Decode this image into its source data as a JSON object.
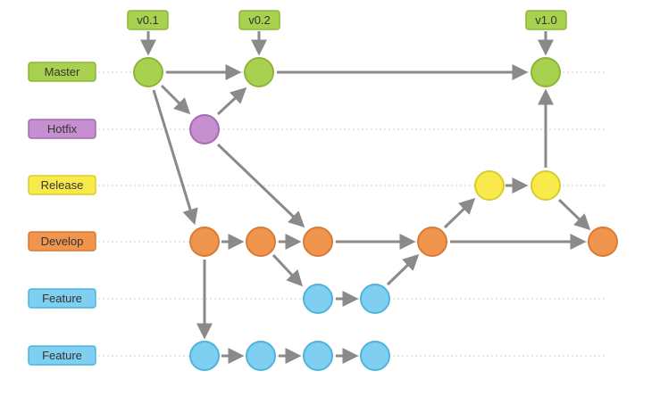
{
  "colors": {
    "master": "#a8d14f",
    "master_stroke": "#8db53a",
    "hotfix": "#c58fd0",
    "hotfix_stroke": "#a56bb3",
    "release": "#f7ea4a",
    "release_stroke": "#d9cc2f",
    "develop": "#f0954e",
    "develop_stroke": "#d97a34",
    "feature": "#7fcff0",
    "feature_stroke": "#4fb3dd",
    "arrow": "#8a8a8a",
    "lane_line": "#cfcfcf"
  },
  "lanes": [
    {
      "key": "master",
      "label": "Master"
    },
    {
      "key": "hotfix",
      "label": "Hotfix"
    },
    {
      "key": "release",
      "label": "Release"
    },
    {
      "key": "develop",
      "label": "Develop"
    },
    {
      "key": "feature1",
      "label": "Feature"
    },
    {
      "key": "feature2",
      "label": "Feature"
    }
  ],
  "tags": [
    {
      "label": "v0.1"
    },
    {
      "label": "v0.2"
    },
    {
      "label": "v1.0"
    }
  ]
}
